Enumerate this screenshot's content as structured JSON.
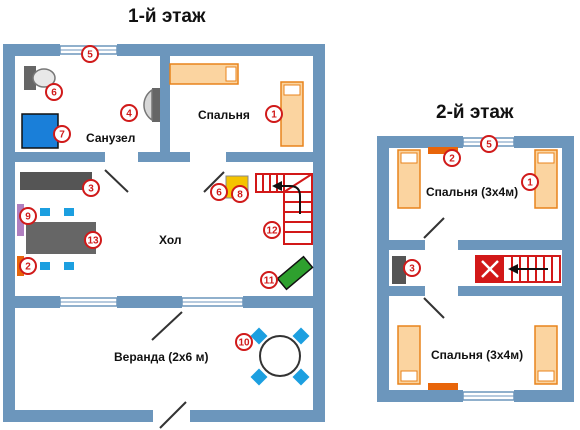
{
  "floors": [
    {
      "title": "1-й этаж",
      "rooms": [
        {
          "label": "Санузел"
        },
        {
          "label": "Спальня"
        },
        {
          "label": "Хол"
        },
        {
          "label": "Веранда (2х6 м)"
        }
      ],
      "markers": [
        "5",
        "6",
        "4",
        "7",
        "1",
        "3",
        "6",
        "8",
        "9",
        "13",
        "12",
        "2",
        "11",
        "10"
      ]
    },
    {
      "title": "2-й этаж",
      "rooms": [
        {
          "label": "Спальня (3х4м)"
        },
        {
          "label": "Спальня (3х4м)"
        }
      ],
      "markers": [
        "2",
        "5",
        "1",
        "3"
      ]
    }
  ],
  "colors": {
    "wall": "#6c96bc",
    "bed": "#fbd4a0",
    "bed_outline": "#e8831c",
    "dark_furniture": "#555555",
    "blue_object": "#1a7fd9",
    "chair": "#1c9fe0",
    "accent_orange": "#e8650a",
    "stairs": "#d21818",
    "green_object": "#2ea02e",
    "yellow_object": "#f5c400",
    "marker_border": "#d01a1a"
  },
  "icons": [
    "toilet-icon",
    "sink-icon",
    "bathtub-icon",
    "bed-icon",
    "sofa-icon",
    "dining-table-icon",
    "staircase-icon",
    "boiler-icon",
    "round-table-icon",
    "fireplace-icon"
  ]
}
